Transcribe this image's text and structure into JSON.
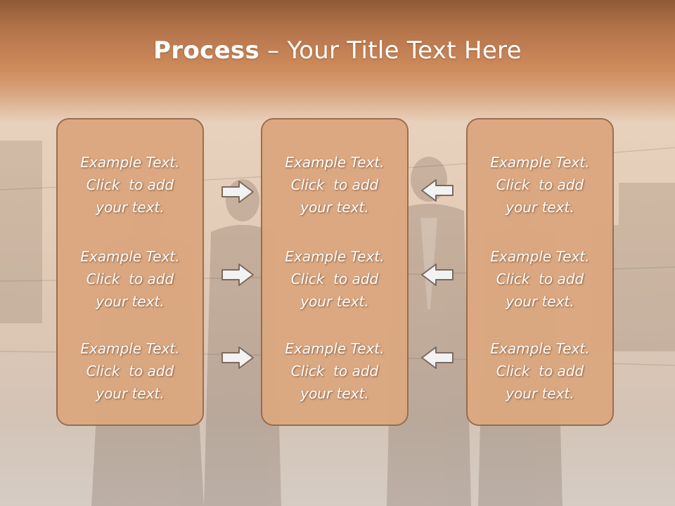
{
  "title": {
    "bold": "Process",
    "rest": " – Your Title Text Here"
  },
  "columns": [
    {
      "items": [
        {
          "l1": "Example Text.",
          "l2": "Click  to add",
          "l3": "your text."
        },
        {
          "l1": "Example Text.",
          "l2": "Click  to add",
          "l3": "your text."
        },
        {
          "l1": "Example Text.",
          "l2": "Click  to add",
          "l3": "your text."
        }
      ]
    },
    {
      "items": [
        {
          "l1": "Example Text.",
          "l2": "Click  to add",
          "l3": "your text."
        },
        {
          "l1": "Example Text.",
          "l2": "Click  to add",
          "l3": "your text."
        },
        {
          "l1": "Example Text.",
          "l2": "Click  to add",
          "l3": "your text."
        }
      ]
    },
    {
      "items": [
        {
          "l1": "Example Text.",
          "l2": "Click  to add",
          "l3": "your text."
        },
        {
          "l1": "Example Text.",
          "l2": "Click  to add",
          "l3": "your text."
        },
        {
          "l1": "Example Text.",
          "l2": "Click  to add",
          "l3": "your text."
        }
      ]
    }
  ],
  "colors": {
    "box_fill": "#dba77f",
    "box_border": "#9a6a49",
    "header": "#c27e52",
    "arrow_fill": "#f2f2f2",
    "arrow_stroke": "#7a6a5e"
  },
  "icons": {
    "right": "arrow-right-icon",
    "left": "arrow-left-icon"
  }
}
